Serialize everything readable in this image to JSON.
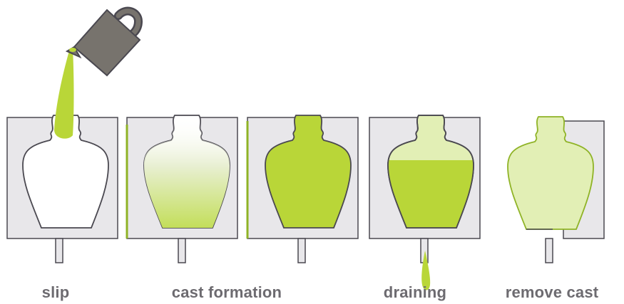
{
  "colors": {
    "mold_fill": "#e8e7ea",
    "mold_stroke": "#4a4850",
    "slip_green": "#b9d638",
    "slip_green_dark": "#8fb326",
    "slip_light": "#e2efb5",
    "jug_body": "#77736d",
    "label_color": "#6d6b70"
  },
  "icons": [
    "pouring-jug-icon",
    "plaster-mold-icon",
    "vase-cavity-icon",
    "slip-stream-icon",
    "drain-plug-icon"
  ],
  "steps": [
    {
      "label": "slip"
    },
    {
      "label": "cast formation"
    },
    {
      "label": "draining"
    },
    {
      "label": "remove cast"
    }
  ]
}
